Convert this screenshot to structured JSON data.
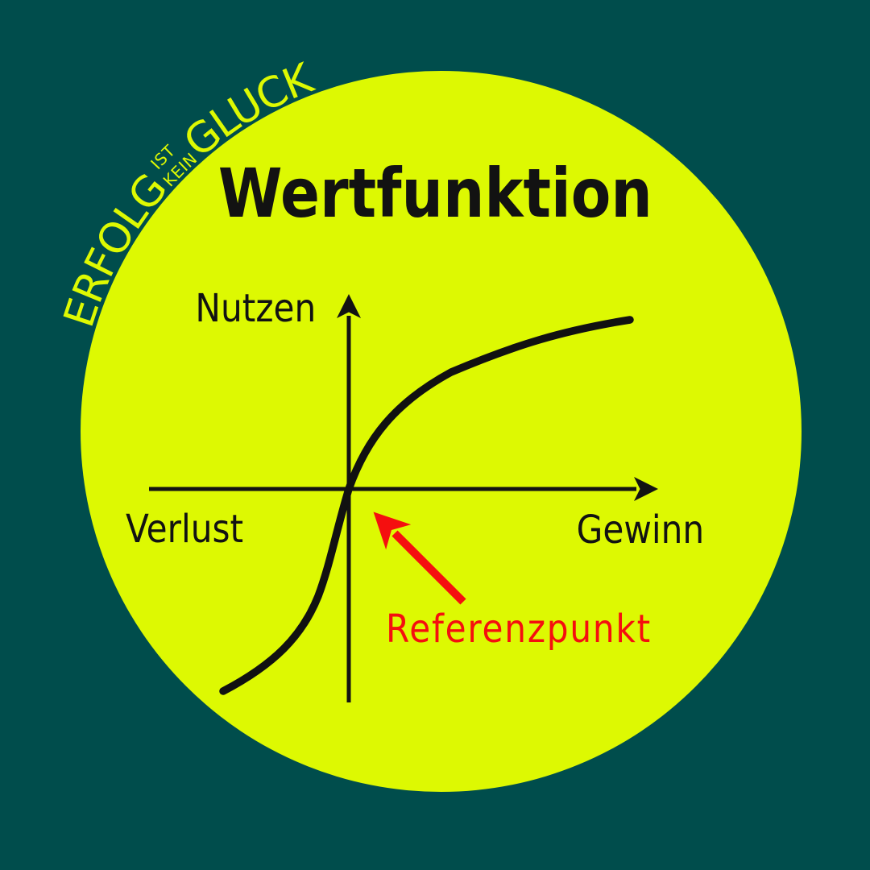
{
  "colors": {
    "background_teal": "#004d4c",
    "circle_yellow": "#ddf902",
    "ink_black": "#121212",
    "annotation_red": "#f50f0f"
  },
  "logo": {
    "word_large_1": "ERFOLG",
    "word_small_line_1": "IST",
    "word_small_line_2": "KEIN",
    "word_large_2": "GLUCK"
  },
  "chart": {
    "title": "Wertfunktion",
    "y_axis_label": "Nutzen",
    "x_axis_negative_label": "Verlust",
    "x_axis_positive_label": "Gewinn",
    "annotation_label": "Referenzpunkt"
  },
  "chart_data": {
    "type": "line",
    "title": "Wertfunktion",
    "ylabel": "Nutzen",
    "xlabel_negative": "Verlust",
    "xlabel_positive": "Gewinn",
    "grid": false,
    "annotations": [
      {
        "text": "Referenzpunkt",
        "target": "origin",
        "color": "#f50f0f"
      }
    ],
    "description": "Qualitative S-shaped prospect-theory value function: concave flattening curve for gains (right of origin), steeper convex curve for losses (left of origin), passing through the reference point at the axes origin. No numeric ticks shown."
  }
}
